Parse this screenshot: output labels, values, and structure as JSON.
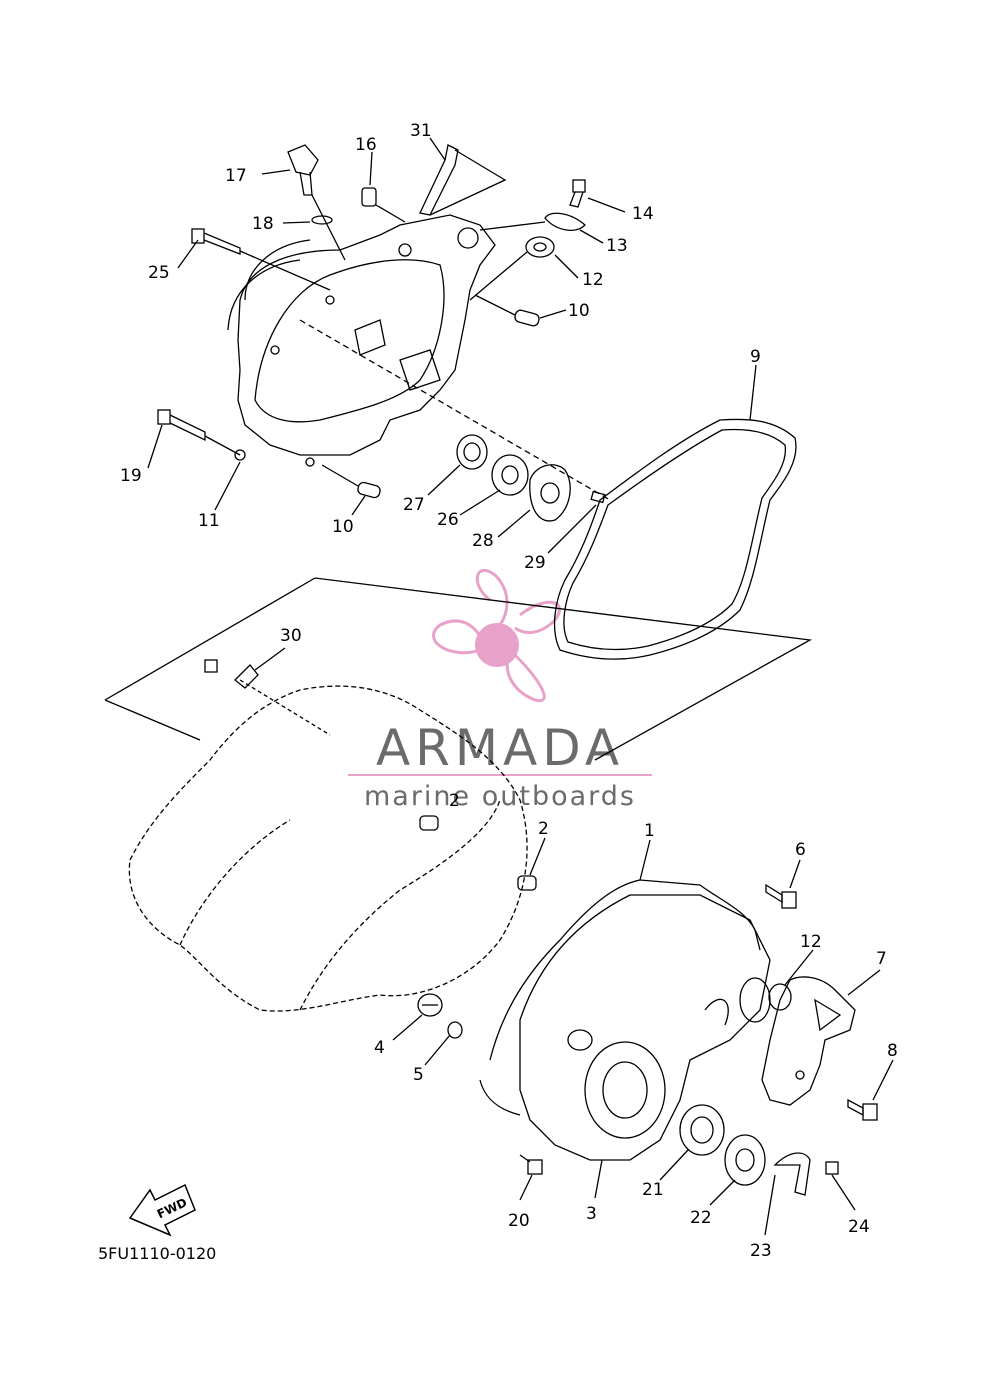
{
  "diagram_code": "5FU1110-0120",
  "fwd_label": "FWD",
  "watermark": {
    "name": "ARMADA",
    "tagline": "marine outboards",
    "color_text": "#6b6b6b",
    "color_logo": "#e8a1c8"
  },
  "part_labels": [
    "1",
    "2",
    "2",
    "3",
    "4",
    "5",
    "6",
    "7",
    "8",
    "9",
    "10",
    "10",
    "11",
    "12",
    "12",
    "13",
    "14",
    "16",
    "17",
    "18",
    "19",
    "20",
    "21",
    "22",
    "23",
    "24",
    "25",
    "26",
    "27",
    "28",
    "29",
    "30",
    "31"
  ]
}
